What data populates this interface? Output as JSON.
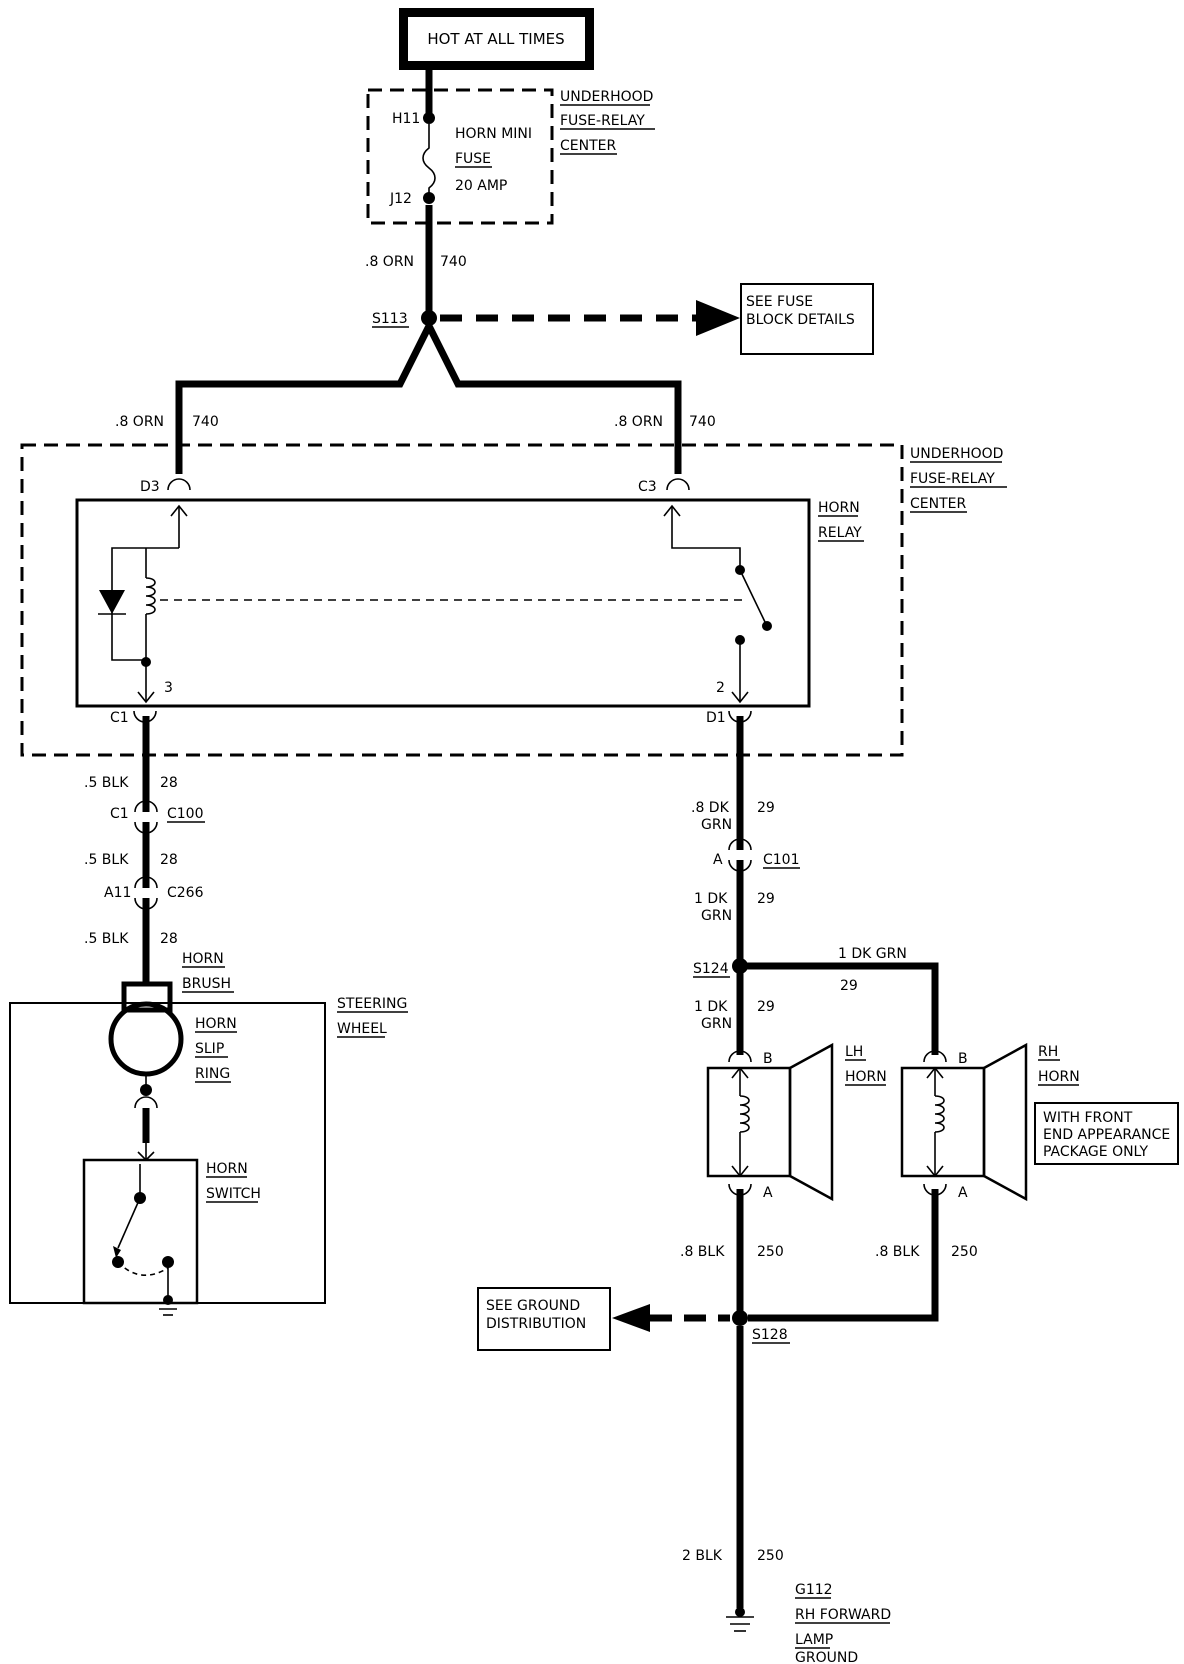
{
  "power": {
    "hot_label": "HOT AT ALL TIMES"
  },
  "fuse_block_top": {
    "pin_top": "H11",
    "pin_bottom": "J12",
    "fuse_name_1": "HORN MINI",
    "fuse_name_2": "FUSE",
    "fuse_rating": "20 AMP",
    "title_1": "UNDERHOOD",
    "title_2": "FUSE-RELAY",
    "title_3": "CENTER"
  },
  "wires": {
    "feed_gauge": ".8 ORN",
    "feed_circuit": "740",
    "left_gauge": ".8 ORN",
    "left_circuit": "740",
    "right_gauge": ".8 ORN",
    "right_circuit": "740",
    "blk1_gauge": ".5 BLK",
    "blk1_circuit": "28",
    "blk2_gauge": ".5 BLK",
    "blk2_circuit": "28",
    "blk3_gauge": ".5 BLK",
    "blk3_circuit": "28",
    "grn1_gauge_1": ".8 DK",
    "grn1_gauge_2": "GRN",
    "grn1_circuit": "29",
    "grn2_gauge_1": "1 DK",
    "grn2_gauge_2": "GRN",
    "grn2_circuit": "29",
    "grn3_gauge_1": "1 DK",
    "grn3_gauge_2": "GRN",
    "grn3_circuit": "29",
    "branch_gauge": "1 DK GRN",
    "branch_circuit": "29",
    "lh_gnd_gauge": ".8 BLK",
    "lh_gnd_circuit": "250",
    "rh_gnd_gauge": ".8 BLK",
    "rh_gnd_circuit": "250",
    "main_gnd_gauge": "2 BLK",
    "main_gnd_circuit": "250"
  },
  "splices": {
    "s113": "S113",
    "s124": "S124",
    "s128": "S128"
  },
  "fuse_block_ref": {
    "line_1": "SEE FUSE",
    "line_2": "BLOCK DETAILS"
  },
  "relay_center": {
    "title_1": "UNDERHOOD",
    "title_2": "FUSE-RELAY",
    "title_3": "CENTER",
    "pin_d3": "D3",
    "pin_c3": "C3",
    "pin_c1": "C1",
    "pin_d1": "D1",
    "relay_1": "HORN",
    "relay_2": "RELAY",
    "terminal_3": "3",
    "terminal_2": "2"
  },
  "connectors": {
    "c100_pin": "C1",
    "c100": "C100",
    "c266_pin": "A11",
    "c266": "C266",
    "c101_pin": "A",
    "c101": "C101"
  },
  "steering": {
    "brush_1": "HORN",
    "brush_2": "BRUSH",
    "slip_1": "HORN",
    "slip_2": "SLIP",
    "slip_3": "RING",
    "wheel_1": "STEERING",
    "wheel_2": "WHEEL",
    "switch_1": "HORN",
    "switch_2": "SWITCH"
  },
  "horns": {
    "lh_pin_b": "B",
    "lh_pin_a": "A",
    "lh_1": "LH",
    "lh_2": "HORN",
    "rh_pin_b": "B",
    "rh_pin_a": "A",
    "rh_1": "RH",
    "rh_2": "HORN",
    "note_1": "WITH FRONT",
    "note_2": "END APPEARANCE",
    "note_3": "PACKAGE ONLY"
  },
  "ground_ref": {
    "line_1": "SEE GROUND",
    "line_2": "DISTRIBUTION"
  },
  "ground": {
    "id": "G112",
    "line_1": "RH FORWARD",
    "line_2": "LAMP",
    "line_3": "GROUND"
  }
}
